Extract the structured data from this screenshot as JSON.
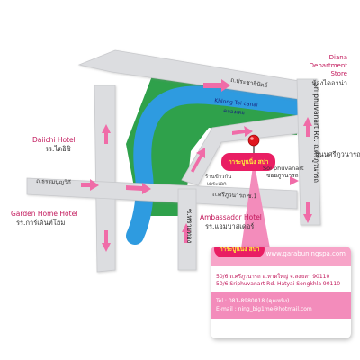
{
  "colors": {
    "road": "#dcdde0",
    "road_edge": "#c8c9cc",
    "canal_blue": "#2e9be0",
    "green_area": "#2fa14b",
    "arrow_pink": "#f06ca8",
    "accent_pink": "#e91e63"
  },
  "landmarks": {
    "daiichi_en": "Daiichi Hotel",
    "daiichi_th": "รร.ไดอิชิ",
    "garden_home_en": "Garden Home Hotel",
    "garden_home_th": "รร.การ์เด้นท์โฮม",
    "ambassador_en": "Ambassador Hotel",
    "ambassador_th": "รร.แอมบาสเดอร์",
    "diana_line1": "Diana",
    "diana_line2": "Department",
    "diana_line3": "Store",
    "diana_th": "ห้างไดอาน่า",
    "shop_line1": "ร้านข้าวกัน",
    "shop_line2": "เตระเอก"
  },
  "roads": {
    "north_th": "ถ.ประชาธิปัตย์",
    "west_th": "ถ.ธรรมนูญวิถี",
    "center_th": "ถ.ศรีภูวนารถ ซ.1",
    "mid_vertical_th": "ซ.ทรายทอง",
    "east_en": "Sri phuvanart Rd. ถ.ศรีภูวนารถ",
    "east_th": "ถนนศรีภูวนารถ",
    "canal_en": "Khlong Toi canal",
    "canal_th": "คลองเตย",
    "soi_en": "Soi phuvanart",
    "soi_th": "ซอยภูวนารถ"
  },
  "spa_logo": "การะบูนนิ่ง สปา",
  "card": {
    "website": "www.garabuningspa.com",
    "address_th": "50/6 ถ.ศรีภูวนารถ อ.หาดใหญ่ จ.สงขลา 90110",
    "address_en": "50/6 Sriphuvanart Rd. Hatyai Songkhla 90110",
    "tel": "Tel : 081-8980018 (คุณหนิง)",
    "email": "E-mail : ning_big1me@hotmail.com"
  }
}
